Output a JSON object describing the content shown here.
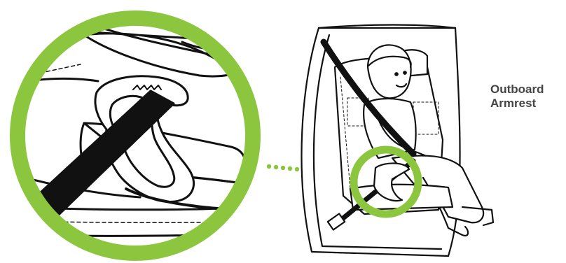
{
  "callout": {
    "line1": "Outboard",
    "line2": "Armrest"
  },
  "colors": {
    "highlight_ring": "#8cc63f",
    "line_art": "#111111",
    "label_text": "#444444",
    "background": "#ffffff"
  },
  "icons": {
    "magnifier": "zoom-circle",
    "connector": "dotted-leader-line"
  }
}
